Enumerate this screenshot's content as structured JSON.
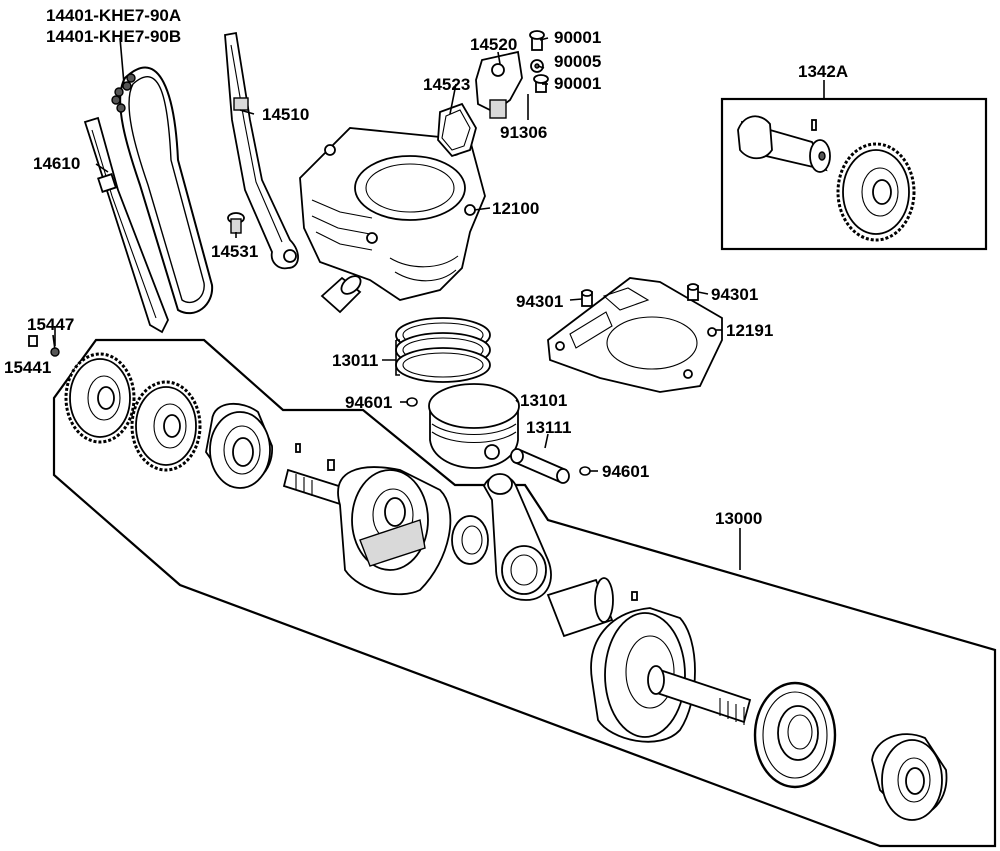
{
  "labels": {
    "chain_a": "14401-KHE7-90A",
    "chain_b": "14401-KHE7-90B",
    "tensioner_arm": "14510",
    "chain_guide": "14610",
    "tensioner_bolt": "14531",
    "screw_15447": "15447",
    "pin_15441": "15441",
    "tensioner_lifter": "14520",
    "lifter_gasket": "14523",
    "bolt_90001_top": "90001",
    "washer_90005": "90005",
    "bolt_90001_bottom": "90001",
    "oring_91306": "91306",
    "cylinder": "12100",
    "cylinder_gasket": "12191",
    "dowel_left": "94301",
    "dowel_right": "94301",
    "ring_set": "13011",
    "clip_left": "94601",
    "piston": "13101",
    "piston_pin": "13111",
    "clip_right": "94601",
    "crankshaft_assy": "13000",
    "balancer_assy": "1342A"
  }
}
